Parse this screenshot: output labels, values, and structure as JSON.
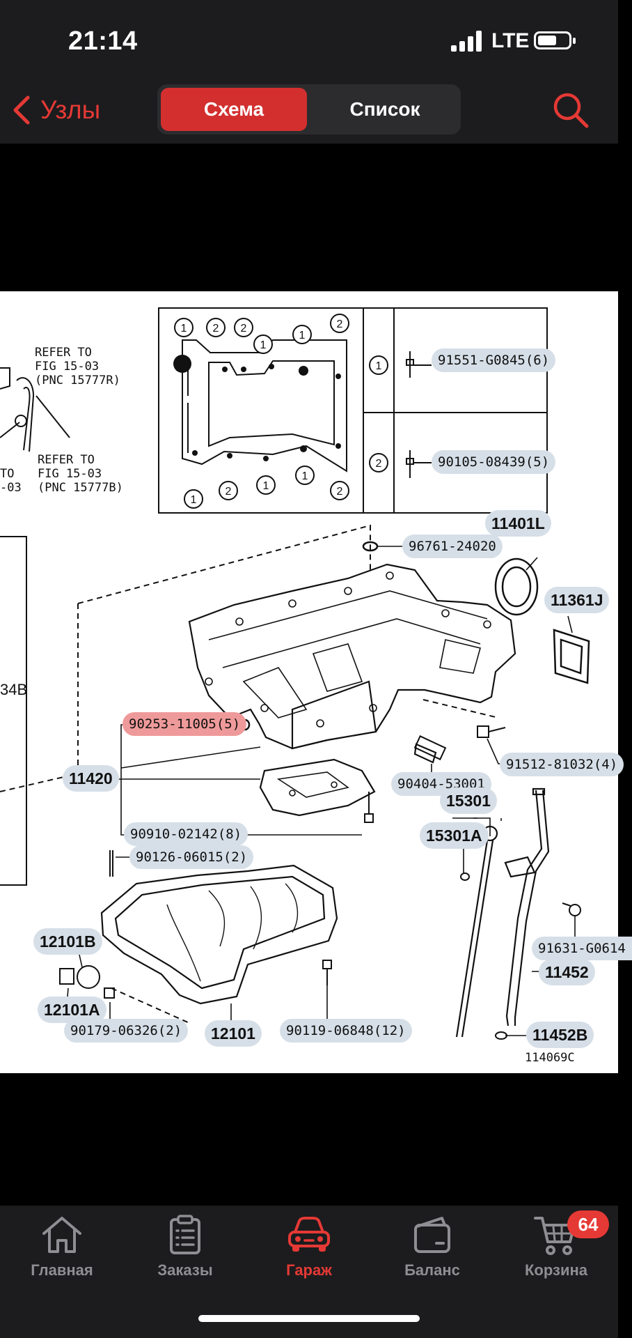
{
  "status_bar": {
    "time": "21:14",
    "network": "LTE"
  },
  "nav": {
    "back_label": "Узлы",
    "segments": [
      "Схема",
      "Список"
    ],
    "active_segment": "Схема"
  },
  "diagram": {
    "notes": {
      "refer_1": "REFER TO\nFIG 15-03\n(PNC 15777R)",
      "refer_2": "REFER TO\nFIG 15-03\n(PNC 15777B)",
      "refer_cut": "TO\n-03",
      "cut_label": "34B"
    },
    "legend": {
      "row1_num": "1",
      "row1_part": "91551-G0845(6)",
      "row2_num": "2",
      "row2_part": "90105-08439(5)"
    },
    "parts": {
      "p_96761": "96761-24020",
      "p_11401L": "11401L",
      "p_11361J": "11361J",
      "p_90253": "90253-11005(5)",
      "p_11420": "11420",
      "p_90404": "90404-53001",
      "p_91512": "91512-81032(4)",
      "p_15301": "15301",
      "p_15301A": "15301A",
      "p_90910": "90910-02142(8)",
      "p_90126": "90126-06015(2)",
      "p_12101B": "12101B",
      "p_12101A": "12101A",
      "p_91631": "91631-G0614",
      "p_11452": "11452",
      "p_90179": "90179-06326(2)",
      "p_12101": "12101",
      "p_90119": "90119-06848(12)",
      "p_11452B": "11452B"
    },
    "selected_part": "90253-11005(5)",
    "figure_code": "114069C"
  },
  "tabbar": {
    "items": [
      {
        "label": "Главная",
        "icon": "home-icon"
      },
      {
        "label": "Заказы",
        "icon": "clipboard-icon"
      },
      {
        "label": "Гараж",
        "icon": "car-icon"
      },
      {
        "label": "Баланс",
        "icon": "wallet-icon"
      },
      {
        "label": "Корзина",
        "icon": "cart-icon"
      }
    ],
    "active": "Гараж",
    "cart_badge": "64"
  },
  "colors": {
    "accent": "#e53935",
    "bar_bg": "#1c1c1e",
    "pill": "#d6dfe8",
    "pill_selected": "#ef9a9a"
  }
}
